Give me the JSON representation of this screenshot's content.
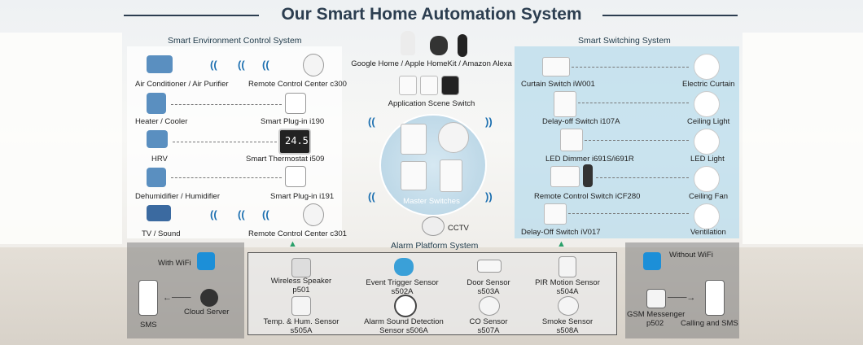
{
  "title": "Our Smart Home Automation System",
  "sections": {
    "env": "Smart Environment Control System",
    "switching": "Smart Switching System",
    "alarm": "Alarm Platform System"
  },
  "env_devices": [
    {
      "name": "Air Conditioner / Air Purifier",
      "controller": "Remote Control Center c300"
    },
    {
      "name": "Heater / Cooler",
      "controller": "Smart Plug-in i190"
    },
    {
      "name": "HRV",
      "controller": "Smart Thermostat i509"
    },
    {
      "name": "Dehumidifier / Humidifier",
      "controller": "Smart Plug-in i191"
    },
    {
      "name": "TV / Sound",
      "controller": "Remote Control Center c301"
    }
  ],
  "center": {
    "ecosystems": "Google Home / Apple HomeKit / Amazon Alexa",
    "scene": "Application Scene Switch",
    "master": "Master Switches",
    "cctv": "CCTV",
    "thermo_reading": "24.5"
  },
  "switch_devices": [
    {
      "name": "Curtain Switch iW001",
      "target": "Electric Curtain"
    },
    {
      "name": "Delay-off Switch i107A",
      "target": "Ceiling Light"
    },
    {
      "name": "LED Dimmer i691S/i691R",
      "target": "LED Light"
    },
    {
      "name": "Remote Control Switch iCF280",
      "target": "Ceiling Fan"
    },
    {
      "name": "Delay-Off Switch iV017",
      "target": "Ventilation"
    }
  ],
  "alarm_devices": [
    {
      "name": "Wireless Speaker",
      "model": "p501"
    },
    {
      "name": "Event Trigger Sensor",
      "model": "s502A"
    },
    {
      "name": "Door Sensor",
      "model": "s503A"
    },
    {
      "name": "PIR Motion Sensor",
      "model": "s504A"
    },
    {
      "name": "Temp. & Hum. Sensor",
      "model": "s505A"
    },
    {
      "name": "Alarm Sound Detection",
      "model": "Sensor s506A"
    },
    {
      "name": "CO Sensor",
      "model": "s507A"
    },
    {
      "name": "Smoke Sensor",
      "model": "s508A"
    }
  ],
  "wifi": {
    "with": "With WiFi",
    "cloud": "Cloud Server",
    "sms": "SMS",
    "without": "Without WiFi",
    "gsm": "GSM Messenger",
    "gsm_model": "p502",
    "calling": "Calling and SMS"
  },
  "colors": {
    "accent": "#1c6fb0",
    "title": "#2c3e50",
    "blue_panel": "#badcec"
  }
}
